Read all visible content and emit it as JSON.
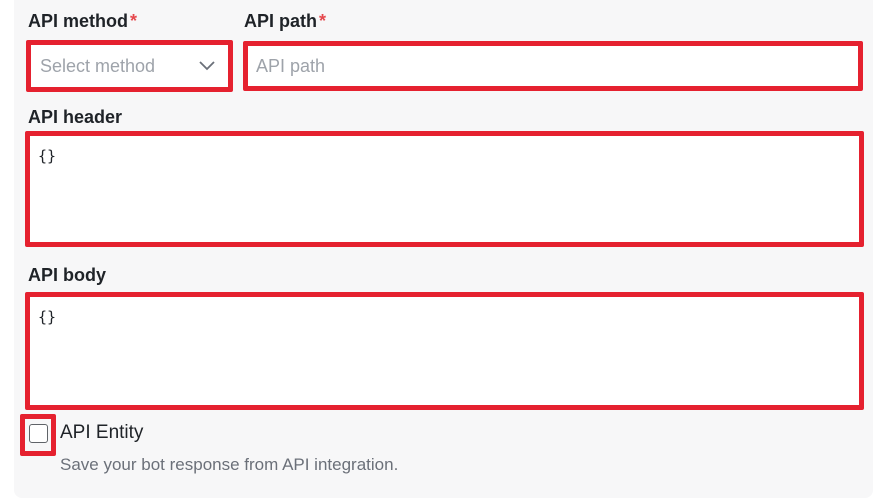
{
  "form": {
    "method": {
      "label": "API method",
      "required_mark": "*",
      "placeholder": "Select method"
    },
    "path": {
      "label": "API path",
      "required_mark": "*",
      "placeholder": "API path"
    },
    "header": {
      "label": "API header",
      "value": "{}"
    },
    "body": {
      "label": "API body",
      "value": "{}"
    },
    "entity": {
      "label": "API Entity",
      "checked": false,
      "help": "Save your bot response from API integration."
    }
  },
  "colors": {
    "highlight": "#e5212f",
    "required": "#e5484d",
    "panel": "#f7f7f8"
  }
}
